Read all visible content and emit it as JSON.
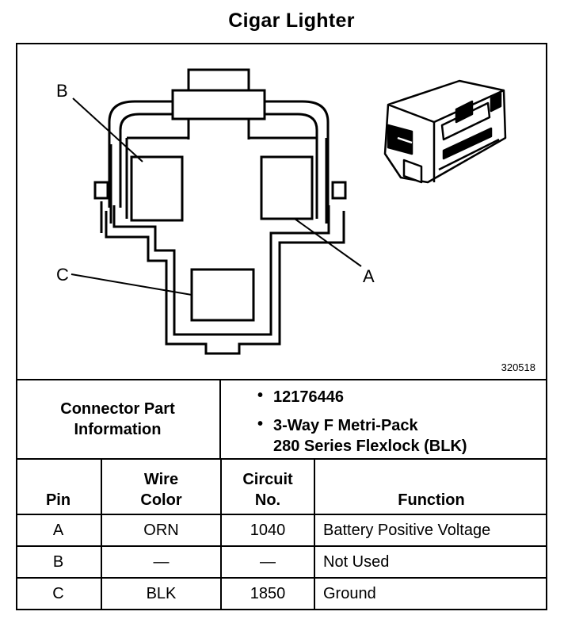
{
  "title": "Cigar Lighter",
  "figure_number": "320518",
  "callouts": {
    "a": "A",
    "b": "B",
    "c": "C"
  },
  "connector_info": {
    "label_line1": "Connector Part",
    "label_line2": "Information",
    "part_number": "12176446",
    "description_line1": "3-Way F Metri-Pack",
    "description_line2": "280 Series Flexlock (BLK)",
    "bullet": "•"
  },
  "table": {
    "headers": {
      "pin": "Pin",
      "wire_color_line1": "Wire",
      "wire_color_line2": "Color",
      "circuit_line1": "Circuit",
      "circuit_line2": "No.",
      "function": "Function"
    },
    "rows": [
      {
        "pin": "A",
        "wire_color": "ORN",
        "circuit": "1040",
        "function": "Battery Positive Voltage"
      },
      {
        "pin": "B",
        "wire_color": "—",
        "circuit": "—",
        "function": "Not Used"
      },
      {
        "pin": "C",
        "wire_color": "BLK",
        "circuit": "1850",
        "function": "Ground"
      }
    ]
  }
}
